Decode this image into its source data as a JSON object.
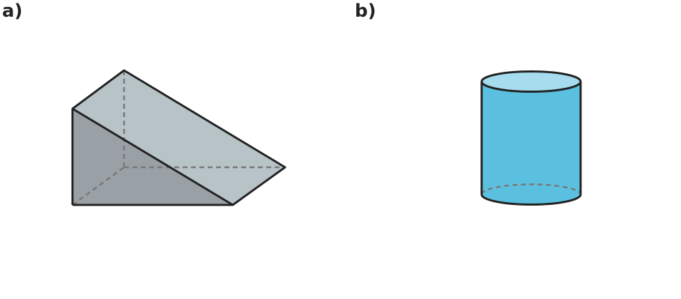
{
  "figures": [
    {
      "label": "a)",
      "shape": "triangular-prism",
      "colors": {
        "side_face": "#9aa1a6",
        "slanted_face": "#b7c3c7",
        "edge": "#222222",
        "hidden_edge": "#777777"
      }
    },
    {
      "label": "b)",
      "shape": "cylinder",
      "colors": {
        "body": "#5bc0e0",
        "top": "#a6dcee",
        "edge": "#222222",
        "hidden_edge": "#777777"
      }
    }
  ]
}
